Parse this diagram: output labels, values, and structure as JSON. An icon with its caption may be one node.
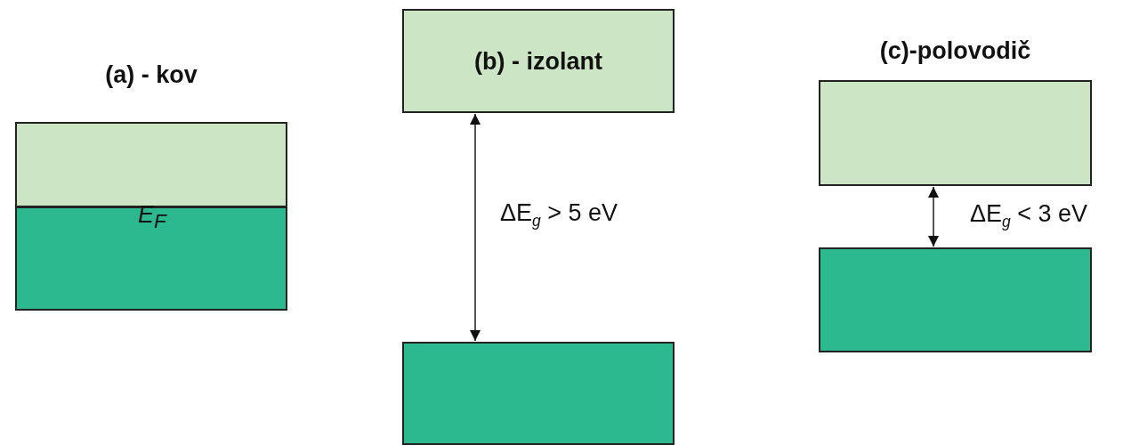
{
  "diagram": {
    "nodes": [
      {
        "text": [
          "(a) - kov"
        ]
      },
      {
        "text": [],
        "shape": "box"
      },
      {
        "text": [
          "(b) - izolant"
        ]
      },
      {
        "text": [],
        "shape": "box"
      },
      {
        "text": [
          "(c)-polovodič"
        ]
      },
      {
        "text": [],
        "shape": "box"
      }
    ],
    "edges": [
      {
        "from": 2,
        "to": 3,
        "arrow": "both",
        "label": "ΔE$_{g}$ > 5 eV"
      },
      {
        "from": 4,
        "to": 5,
        "arrow": "both",
        "label": "ΔE$_{g}$ < 3 eV"
      }
    ],
    "labels": [
      "E$_{F}$"
    ]
  }
}
